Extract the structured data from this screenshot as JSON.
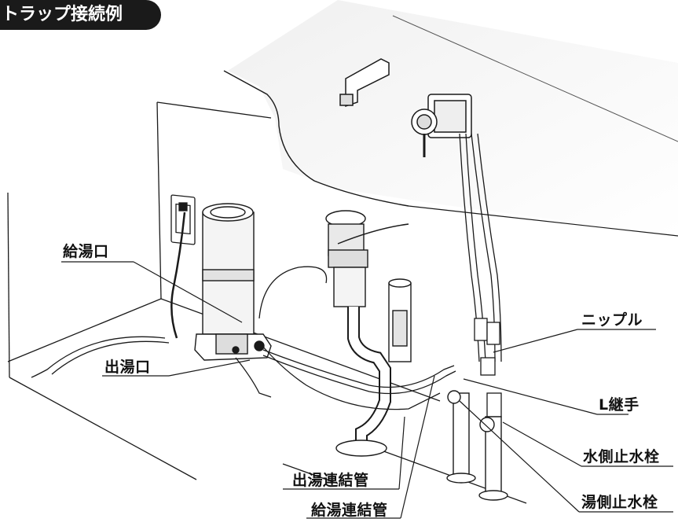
{
  "title": "トラップ接続例",
  "labels": {
    "kyutoguchi": "給湯口",
    "shutoguchi": "出湯口",
    "nipple": "ニップル",
    "l_joint": "L継手",
    "water_stop_valve": "水側止水栓",
    "hot_stop_valve": "湯側止水栓",
    "outlet_pipe": "出湯連結管",
    "supply_pipe": "給湯連結管"
  },
  "colors": {
    "line": "#1a1a1a",
    "shade": "#e6e6e6",
    "fill": "#ffffff"
  }
}
